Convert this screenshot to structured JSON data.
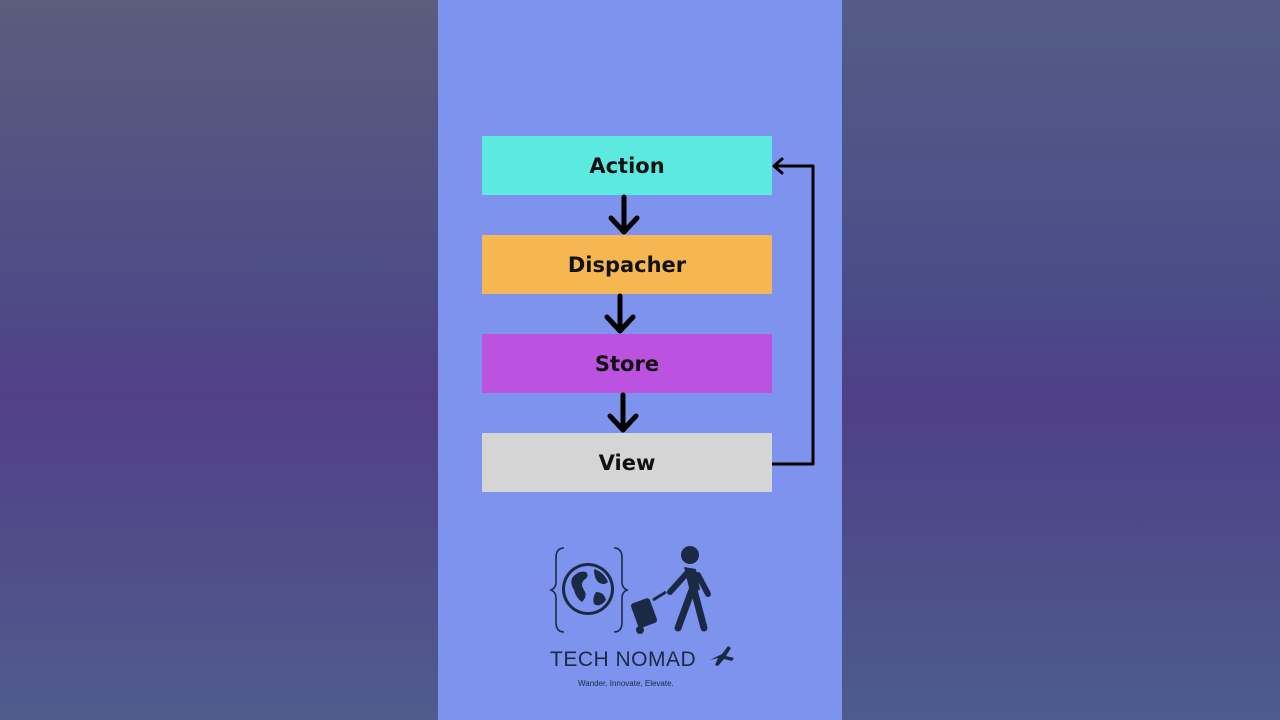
{
  "diagram": {
    "nodes": [
      {
        "id": "action",
        "label": "Action",
        "color": "#5ceae0"
      },
      {
        "id": "dispatcher",
        "label": "Dispacher",
        "color": "#f6b651"
      },
      {
        "id": "store",
        "label": "Store",
        "color": "#bb52e0"
      },
      {
        "id": "view",
        "label": "View",
        "color": "#d5d5d5"
      }
    ],
    "edges": [
      {
        "from": "action",
        "to": "dispatcher"
      },
      {
        "from": "dispatcher",
        "to": "store"
      },
      {
        "from": "store",
        "to": "view"
      },
      {
        "from": "view",
        "to": "action"
      }
    ]
  },
  "brand": {
    "name": "TECH NOMAD",
    "tagline": "Wander, Innovate, Elevate.",
    "text_color": "#1b2a44"
  },
  "colors": {
    "panel_background": "#7e93ee",
    "arrow": "#000000"
  }
}
